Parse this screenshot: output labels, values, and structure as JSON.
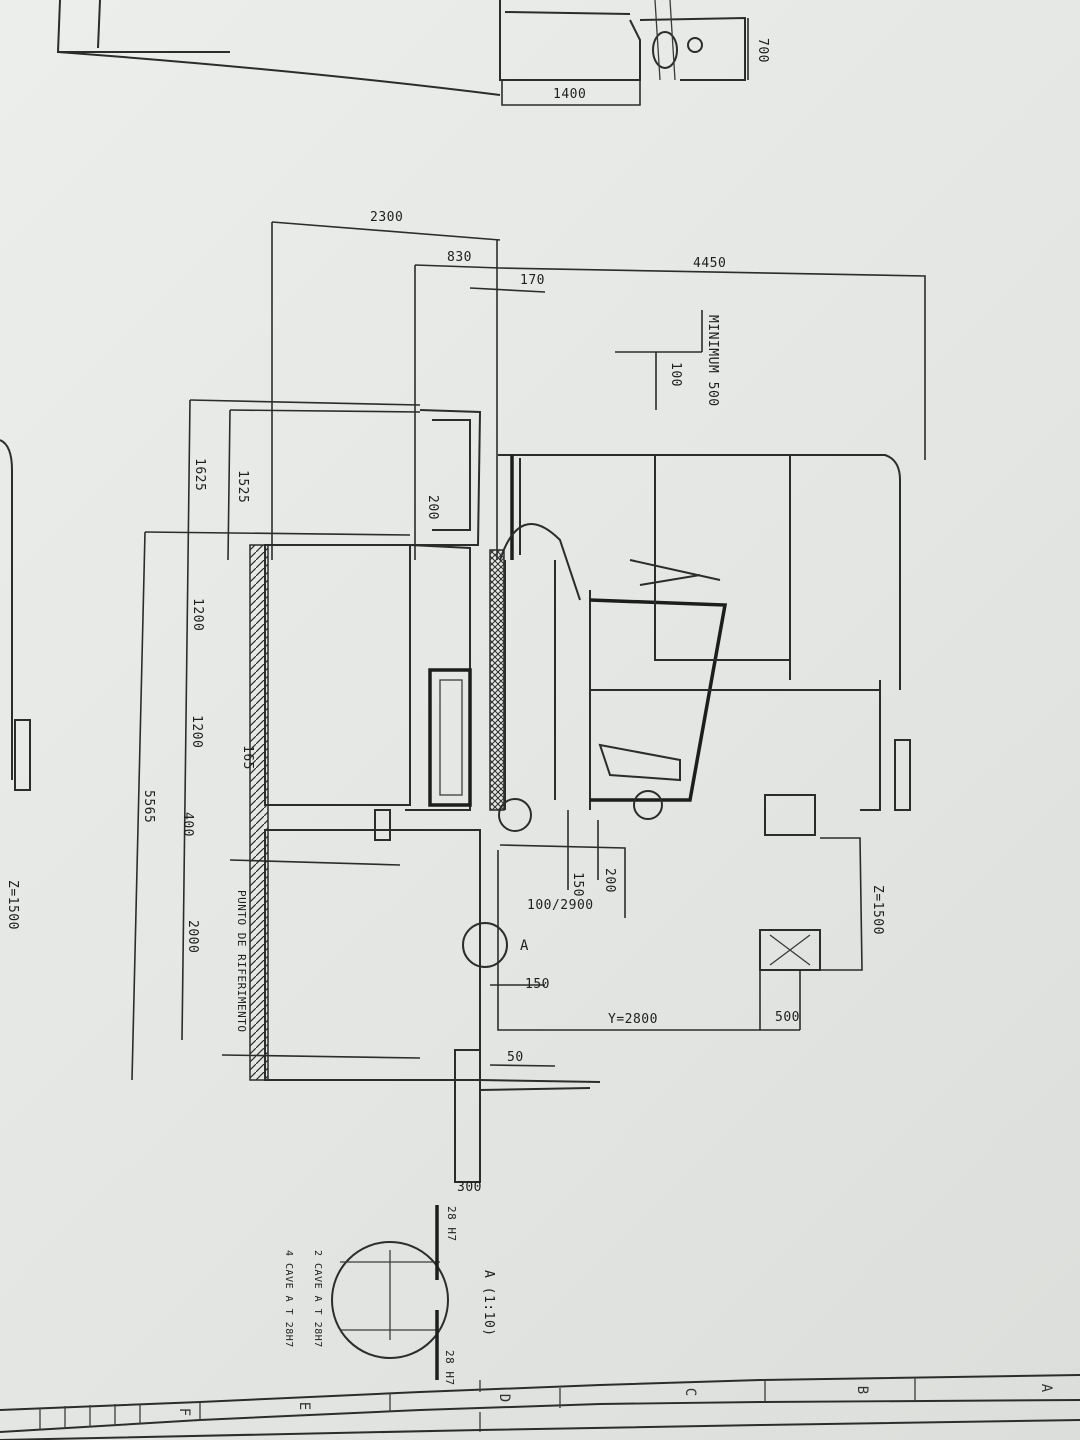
{
  "drawing": {
    "orientation": "rotated 90deg clockwise (photographed technical layout sheet)",
    "units": "mm",
    "colors": {
      "paper": "#e7e8e6",
      "ink": "#2b2d2c"
    }
  },
  "dimensions": {
    "top_view_width": "1400",
    "top_view_depth": "700",
    "overall_2300": "2300",
    "d_830": "830",
    "d_170": "170",
    "d_4450": "4450",
    "d_100": "100",
    "minimum_500": "MINIMUM 500",
    "d_1625": "1625",
    "d_1525": "1525",
    "d_200_wall": "200",
    "d_1200_a": "1200",
    "d_1200_b": "1200",
    "d_165": "165",
    "d_5565": "5565",
    "d_400": "400",
    "d_2000": "2000",
    "d_150_a": "150",
    "d_200_b": "200",
    "d_100_2900": "100/2900",
    "d_150_b": "150",
    "y_travel": "Y=2800",
    "d_500": "500",
    "z_travel_right": "Z=1500",
    "z_travel_left": "Z=1500",
    "d_50": "50",
    "d_300": "300"
  },
  "annotations": {
    "reference_point": "PUNTO DE RIFERIMENTO",
    "detail_marker": "A",
    "detail_title": "A (1:10)",
    "tolerance_top": "28 H7",
    "tolerance_bottom": "28 H7",
    "note_line_1": "2 CAVE A T 28H7",
    "note_line_2": "4 CAVE A T 28H7"
  },
  "title_block": {
    "zones": [
      "A",
      "B",
      "C",
      "D",
      "E",
      "F"
    ]
  }
}
